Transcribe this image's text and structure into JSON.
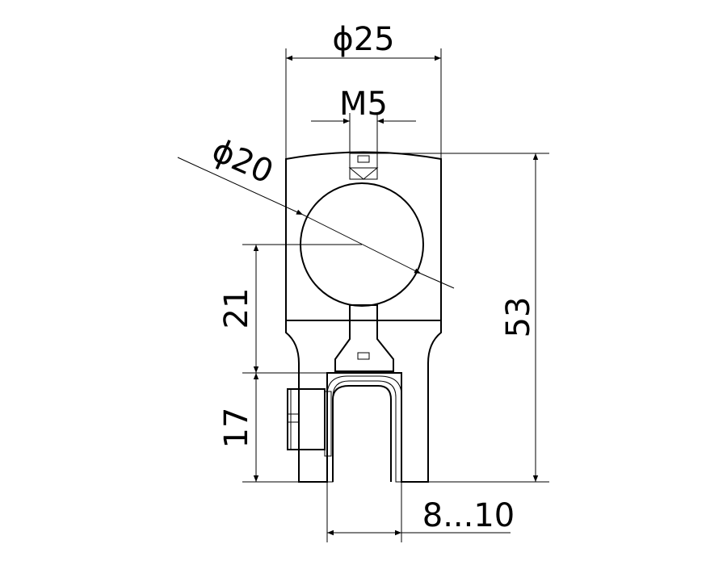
{
  "drawing": {
    "dimensions": {
      "outer_diameter": "ϕ25",
      "thread": "M5",
      "ball_diameter": "ϕ20",
      "total_height": "53",
      "ball_center_height": "21",
      "lower_height": "17",
      "tube_range": "8...10"
    }
  }
}
